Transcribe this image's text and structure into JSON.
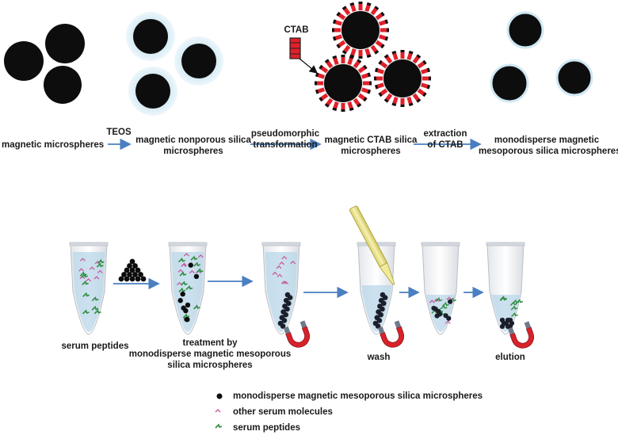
{
  "top": {
    "stage1": "magnetic microspheres",
    "step1": "TEOS",
    "stage2_line1": "magnetic nonporous silica",
    "stage2_line2": "microspheres",
    "step2_line1": "pseudomorphic",
    "step2_line2": "transformation",
    "reagent": "CTAB",
    "stage3_line1": "magnetic CTAB silica",
    "stage3_line2": "microspheres",
    "step3_line1": "extraction",
    "step3_line2": "of CTAB",
    "stage4_line1": "monodisperse  magnetic",
    "stage4_line2": "mesoporous silica  microspheres"
  },
  "bottom": {
    "tube1": "serum peptides",
    "tube2_line1": "treatment by",
    "tube2_line2": "monodisperse  magnetic  mesoporous",
    "tube2_line3": "silica  microspheres",
    "tube4": "wash",
    "tube6": "elution"
  },
  "legend": [
    {
      "label": "monodisperse  magnetic  mesoporous  silica  microspheres"
    },
    {
      "label": "other serum molecules"
    },
    {
      "label": "serum peptides"
    }
  ],
  "colors": {
    "core": "#0d0d0d",
    "silica_shell": "#d6ecf5",
    "ctab_red": "#e0202a",
    "arrow": "#4a7fc1",
    "magnet_red": "#d8222a",
    "magnet_steel": "#6e7a8a",
    "liquid": "#b9d7ea",
    "peptide": "#2e8b3d",
    "other_molecule": "#c95aa0"
  }
}
